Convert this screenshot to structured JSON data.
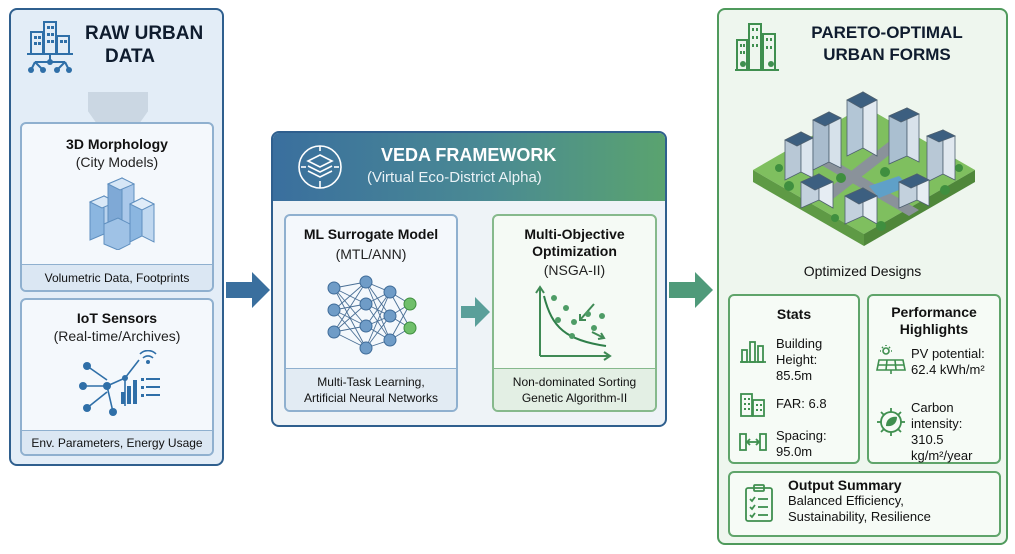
{
  "left": {
    "title_line1": "RAW URBAN",
    "title_line2": "DATA",
    "morphology": {
      "title": "3D Morphology",
      "subtitle": "(City Models)",
      "footer": "Volumetric Data, Footprints"
    },
    "iot": {
      "title": "IoT Sensors",
      "subtitle": "(Real-time/Archives)",
      "footer": "Env. Parameters, Energy Usage"
    }
  },
  "middle": {
    "title": "VEDA FRAMEWORK",
    "subtitle": "(Virtual Eco-District Alpha)",
    "ml": {
      "title": "ML Surrogate Model",
      "subtitle": "(MTL/ANN)",
      "footer_line1": "Multi-Task Learning,",
      "footer_line2": "Artificial Neural Networks"
    },
    "moo": {
      "title_line1": "Multi-Objective",
      "title_line2": "Optimization",
      "subtitle": "(NSGA-II)",
      "footer_line1": "Non-dominated Sorting",
      "footer_line2": "Genetic Algorithm-II"
    }
  },
  "right": {
    "title_line1": "PARETO-OPTIMAL",
    "title_line2": "URBAN FORMS",
    "designs_label": "Optimized Designs",
    "stats": {
      "title": "Stats",
      "height_line1": "Building",
      "height_line2": "Height:",
      "height_line3": "85.5m",
      "far": "FAR: 6.8",
      "spacing_line1": "Spacing:",
      "spacing_line2": "95.0m"
    },
    "performance": {
      "title_line1": "Performance",
      "title_line2": "Highlights",
      "pv_line1": "PV potential:",
      "pv_line2": "62.4 kWh/m²",
      "carbon_line1": "Carbon",
      "carbon_line2": "intensity:",
      "carbon_line3": "310.5",
      "carbon_line4": "kg/m²/year"
    },
    "summary": {
      "title": "Output Summary",
      "line1": "Balanced Efficiency,",
      "line2": "Sustainability, Resilience"
    }
  },
  "colors": {
    "blue_border": "#2f5f8e",
    "green_border": "#4f9a5c",
    "arrow_blue": "#3a6f9e",
    "arrow_green": "#4f9a7a"
  }
}
